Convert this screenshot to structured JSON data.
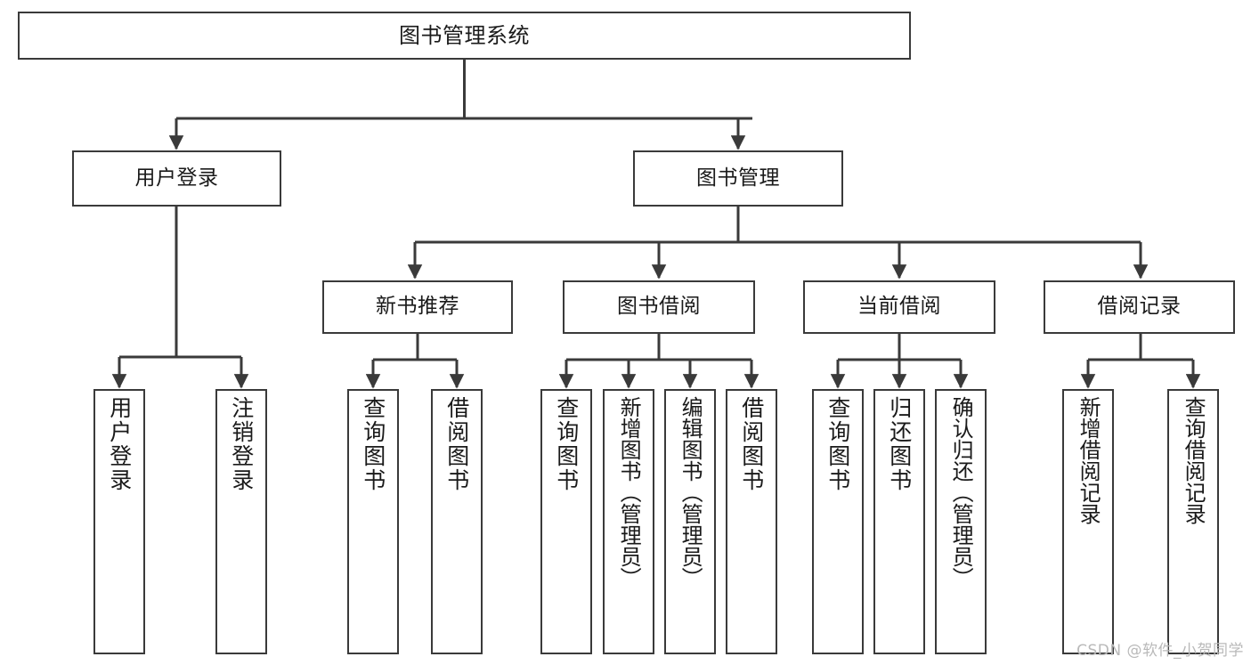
{
  "diagram": {
    "title": "图书管理系统",
    "type": "tree",
    "stroke_color": "#3a3a3a",
    "fill_color": "#ffffff",
    "text_color": "#1a1a1a",
    "root": {
      "label": "图书管理系统"
    },
    "level2": [
      {
        "label": "用户登录"
      },
      {
        "label": "图书管理"
      }
    ],
    "level3": [
      {
        "label": "新书推荐"
      },
      {
        "label": "图书借阅"
      },
      {
        "label": "当前借阅"
      },
      {
        "label": "借阅记录"
      }
    ],
    "leaves": {
      "user_login": [
        {
          "label": "用户登录"
        },
        {
          "label": "注销登录"
        }
      ],
      "new_book_recommend": [
        {
          "label": "查询图书"
        },
        {
          "label": "借阅图书"
        }
      ],
      "book_borrow": [
        {
          "label": "查询图书"
        },
        {
          "label": "新增图书（管理员）"
        },
        {
          "label": "编辑图书（管理员）"
        },
        {
          "label": "借阅图书"
        }
      ],
      "current_borrow": [
        {
          "label": "查询图书"
        },
        {
          "label": "归还图书"
        },
        {
          "label": "确认归还（管理员）"
        }
      ],
      "borrow_record": [
        {
          "label": "新增借阅记录"
        },
        {
          "label": "查询借阅记录"
        }
      ]
    }
  },
  "watermark": {
    "text": "CSDN @软件_小贺同学",
    "color": "#b9b9b9"
  }
}
